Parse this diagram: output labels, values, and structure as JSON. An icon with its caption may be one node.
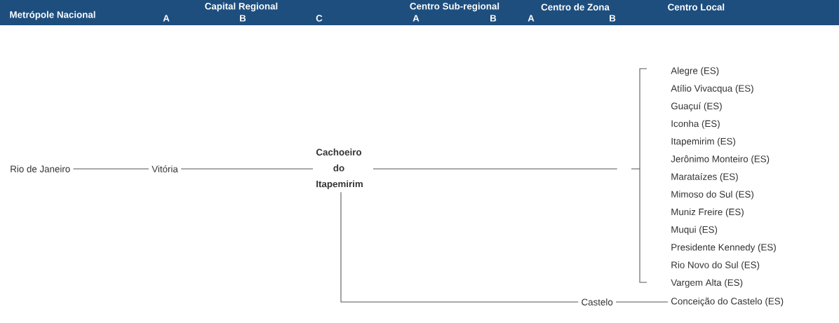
{
  "diagram": {
    "nodes": [
      {
        "text": [
          "Rio de Janeiro"
        ]
      },
      {
        "text": [
          "Vitória"
        ]
      },
      {
        "text": [
          "Cachoeiro do Itapemirim"
        ]
      },
      {
        "text": [
          "Castelo"
        ]
      },
      {
        "text": [],
        "shape": "bracket"
      },
      {
        "text": [
          "Alegre (ES)"
        ]
      },
      {
        "text": [
          "Atílio Vivacqua (ES)"
        ]
      },
      {
        "text": [
          "Guaçuí (ES)"
        ]
      },
      {
        "text": [
          "Iconha (ES)"
        ]
      },
      {
        "text": [
          "Itapemirim (ES)"
        ]
      },
      {
        "text": [
          "Jerônimo Monteiro (ES)"
        ]
      },
      {
        "text": [
          "Marataízes (ES)"
        ]
      },
      {
        "text": [
          "Mimoso do Sul (ES)"
        ]
      },
      {
        "text": [
          "Muniz Freire (ES)"
        ]
      },
      {
        "text": [
          "Muqui (ES)"
        ]
      },
      {
        "text": [
          "Presidente Kennedy (ES)"
        ]
      },
      {
        "text": [
          "Rio Novo do Sul (ES)"
        ]
      },
      {
        "text": [
          "Vargem Alta (ES)"
        ]
      },
      {
        "text": [
          "Conceição do Castelo (ES)"
        ]
      }
    ],
    "edges": [
      {
        "from": 0,
        "to": 1,
        "arrow": "none"
      },
      {
        "from": 1,
        "to": 2,
        "arrow": "none"
      },
      {
        "from": 2,
        "to": 4,
        "arrow": "none"
      },
      {
        "from": 2,
        "to": 3,
        "arrow": "none"
      },
      {
        "from": 3,
        "to": 18,
        "arrow": "none"
      }
    ],
    "labels": [
      "Capital Regional",
      "Centro Sub-regional",
      "Centro de Zona",
      "Centro Local",
      "Metrópole Nacional",
      "A",
      "B",
      "C",
      "A",
      "B",
      "A",
      "B"
    ]
  }
}
